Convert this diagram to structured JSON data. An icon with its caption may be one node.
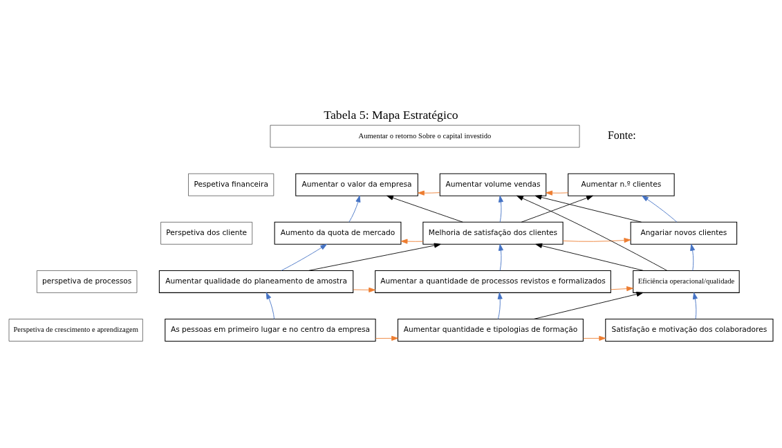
{
  "diagram": {
    "title": "Tabela 5: Mapa Estratégico",
    "nodes": [
      {
        "text": [
          "Aumentar o retorno Sobre o capital investido"
        ]
      },
      {
        "text": [
          "Pespetiva financeira"
        ]
      },
      {
        "text": [
          "Perspetiva dos cliente"
        ]
      },
      {
        "text": [
          "perspetiva de processos"
        ]
      },
      {
        "text": [
          "Perspetiva de crescimento e aprendizagem"
        ]
      },
      {
        "text": [
          "Aumentar o valor da empresa"
        ]
      },
      {
        "text": [
          "Aumentar volume vendas"
        ]
      },
      {
        "text": [
          "Aumentar n.º clientes"
        ]
      },
      {
        "text": [
          "Aumento da quota de mercado"
        ]
      },
      {
        "text": [
          "Melhoria de satisfação dos clientes"
        ]
      },
      {
        "text": [
          "Angariar novos clientes"
        ]
      },
      {
        "text": [
          "Aumentar qualidade do planeamento de amostra"
        ]
      },
      {
        "text": [
          "Aumentar a quantidade de processos revistos e formalizados"
        ]
      },
      {
        "text": [
          "Eficiência operacional/qualidade"
        ]
      },
      {
        "text": [
          "As pessoas em primeiro lugar e no centro da empresa"
        ]
      },
      {
        "text": [
          "Aumentar quantidade e tipologias de formação"
        ]
      },
      {
        "text": [
          "Satisfação e motivação dos colaboradores"
        ]
      }
    ],
    "edges": [
      {
        "from": 6,
        "to": 5,
        "arrow": "to",
        "color": "#ed7d31"
      },
      {
        "from": 7,
        "to": 6,
        "arrow": "to",
        "color": "#ed7d31"
      },
      {
        "from": 8,
        "to": 5,
        "arrow": "to"
      },
      {
        "from": 9,
        "to": 6,
        "arrow": "to"
      },
      {
        "from": 10,
        "to": 7,
        "arrow": "to"
      },
      {
        "from": 9,
        "to": 5,
        "arrow": "to",
        "color": "#000000"
      },
      {
        "from": 9,
        "to": 7,
        "arrow": "to",
        "color": "#000000"
      },
      {
        "from": 10,
        "to": 6,
        "arrow": "to",
        "color": "#000000"
      },
      {
        "from": 13,
        "to": 6,
        "arrow": "to",
        "color": "#000000"
      },
      {
        "from": 9,
        "to": 8,
        "arrow": "to",
        "color": "#ed7d31"
      },
      {
        "from": 9,
        "to": 10,
        "arrow": "to",
        "color": "#ed7d31"
      },
      {
        "from": 11,
        "to": 8,
        "arrow": "to"
      },
      {
        "from": 12,
        "to": 9,
        "arrow": "to"
      },
      {
        "from": 13,
        "to": 10,
        "arrow": "to"
      },
      {
        "from": 11,
        "to": 9,
        "arrow": "to",
        "color": "#000000"
      },
      {
        "from": 13,
        "to": 9,
        "arrow": "to",
        "color": "#000000"
      },
      {
        "from": 11,
        "to": 12,
        "arrow": "to",
        "color": "#ed7d31"
      },
      {
        "from": 12,
        "to": 13,
        "arrow": "to",
        "color": "#ed7d31"
      },
      {
        "from": 14,
        "to": 11,
        "arrow": "to"
      },
      {
        "from": 15,
        "to": 12,
        "arrow": "to"
      },
      {
        "from": 16,
        "to": 13,
        "arrow": "to"
      },
      {
        "from": 15,
        "to": 13,
        "arrow": "to",
        "color": "#000000"
      },
      {
        "from": 14,
        "to": 15,
        "arrow": "to",
        "color": "#ed7d31"
      },
      {
        "from": 15,
        "to": 16,
        "arrow": "to",
        "color": "#ed7d31"
      }
    ],
    "labels": [
      "Fonte:"
    ]
  }
}
